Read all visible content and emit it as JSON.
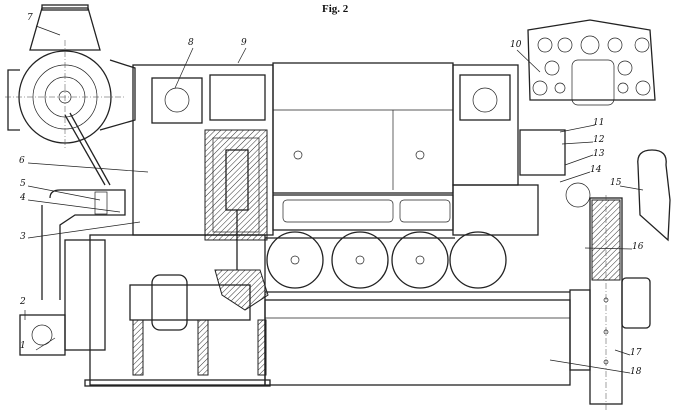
{
  "figure": {
    "title": "Fig. 2",
    "callouts": [
      "1",
      "2",
      "3",
      "4",
      "5",
      "6",
      "7",
      "8",
      "9",
      "10",
      "11",
      "12",
      "13",
      "14",
      "15",
      "16",
      "17",
      "18"
    ]
  }
}
